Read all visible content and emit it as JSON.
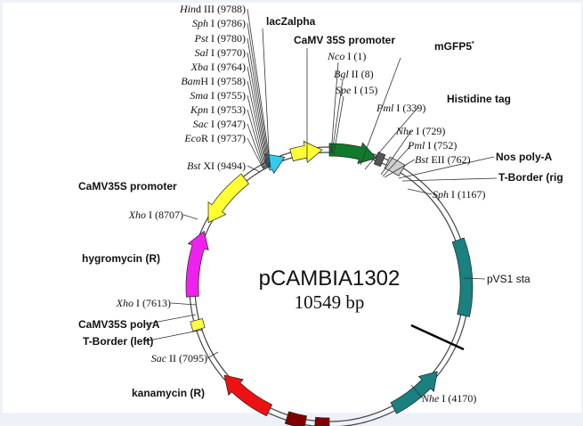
{
  "plasmid": {
    "name": "pCAMBIA1302",
    "size": "10549 bp"
  },
  "features": [
    {
      "id": "lacz",
      "label": "lacZalpha",
      "color": "#33ccee"
    },
    {
      "id": "camv35s_promoter_right",
      "label": "CaMV 35S promoter",
      "color": "#ffff33"
    },
    {
      "id": "mgfp5",
      "label": "mGFP5",
      "label_sup": "*",
      "color": "#0f7a2a"
    },
    {
      "id": "histidine",
      "label": "Histidine tag",
      "color": "#555555"
    },
    {
      "id": "nos_polya",
      "label": "Nos poly-A",
      "color": "#cfcfcf"
    },
    {
      "id": "tborder_right",
      "label": "T-Border (rig",
      "color": "#bbbbbb"
    },
    {
      "id": "pvs1",
      "label": "pVS1 sta",
      "color": "#1a8080"
    },
    {
      "id": "camv35s_promoter_left",
      "label": "CaMV35S promoter",
      "color": "#ffff33"
    },
    {
      "id": "hygromycin",
      "label": "hygromycin (R)",
      "color": "#ee22ee"
    },
    {
      "id": "camv35s_polya",
      "label": "CaMV35S polyA",
      "color": "#ffff44"
    },
    {
      "id": "tborder_left",
      "label": "T-Border (left)",
      "color": "#bbbbbb"
    },
    {
      "id": "kanamycin",
      "label": "kanamycin (R)",
      "color": "#ee1111"
    },
    {
      "id": "bottom_teal",
      "label": "",
      "color": "#1a8080"
    },
    {
      "id": "darkred1",
      "label": "",
      "color": "#800000"
    },
    {
      "id": "darkred2",
      "label": "",
      "color": "#800000"
    }
  ],
  "sites": [
    {
      "id": "hindiii",
      "italic": "Hin",
      "rest": "d III (9788)"
    },
    {
      "id": "sphi_top",
      "italic": "Sph",
      "rest": " I (9786)"
    },
    {
      "id": "psti",
      "italic": "Pst",
      "rest": " I (9780)"
    },
    {
      "id": "sali",
      "italic": "Sal",
      "rest": " I (9770)"
    },
    {
      "id": "xbai",
      "italic": "Xba",
      "rest": " I (9764)"
    },
    {
      "id": "bamhi",
      "italic": "Bam",
      "rest": "H I (9758)"
    },
    {
      "id": "smai",
      "italic": "Sma",
      "rest": " I (9755)"
    },
    {
      "id": "kpni",
      "italic": "Kpn",
      "rest": " I (9753)"
    },
    {
      "id": "saci",
      "italic": "Sac",
      "rest": " I (9747)"
    },
    {
      "id": "ecori",
      "italic": "Eco",
      "rest": "R I (9737)"
    },
    {
      "id": "bstxi",
      "italic": "Bst",
      "rest": " XI (9494)"
    },
    {
      "id": "xhoi_8707",
      "italic": "Xho",
      "rest": " I (8707)"
    },
    {
      "id": "xhoi_7613",
      "italic": "Xho",
      "rest": " I (7613)"
    },
    {
      "id": "sacii",
      "italic": "Sac",
      "rest": " II (7095)"
    },
    {
      "id": "ncoi",
      "italic": "Nco",
      "rest": " I (1)"
    },
    {
      "id": "bglii",
      "italic": "Bgl",
      "rest": " II (8)"
    },
    {
      "id": "spei",
      "italic": "Spe",
      "rest": " I (15)"
    },
    {
      "id": "pmli_339",
      "italic": "Pml",
      "rest": " I (339)"
    },
    {
      "id": "nhei_729",
      "italic": "Nhe",
      "rest": " I (729)"
    },
    {
      "id": "pmli_752",
      "italic": "Pml",
      "rest": " I (752)"
    },
    {
      "id": "bsteii",
      "italic": "Bst",
      "rest": " EII (762)"
    },
    {
      "id": "sphi_1167",
      "italic": "Sph",
      "rest": " I (1167)"
    },
    {
      "id": "nhei_4170",
      "italic": "Nhe",
      "rest": " I (4170)"
    }
  ]
}
